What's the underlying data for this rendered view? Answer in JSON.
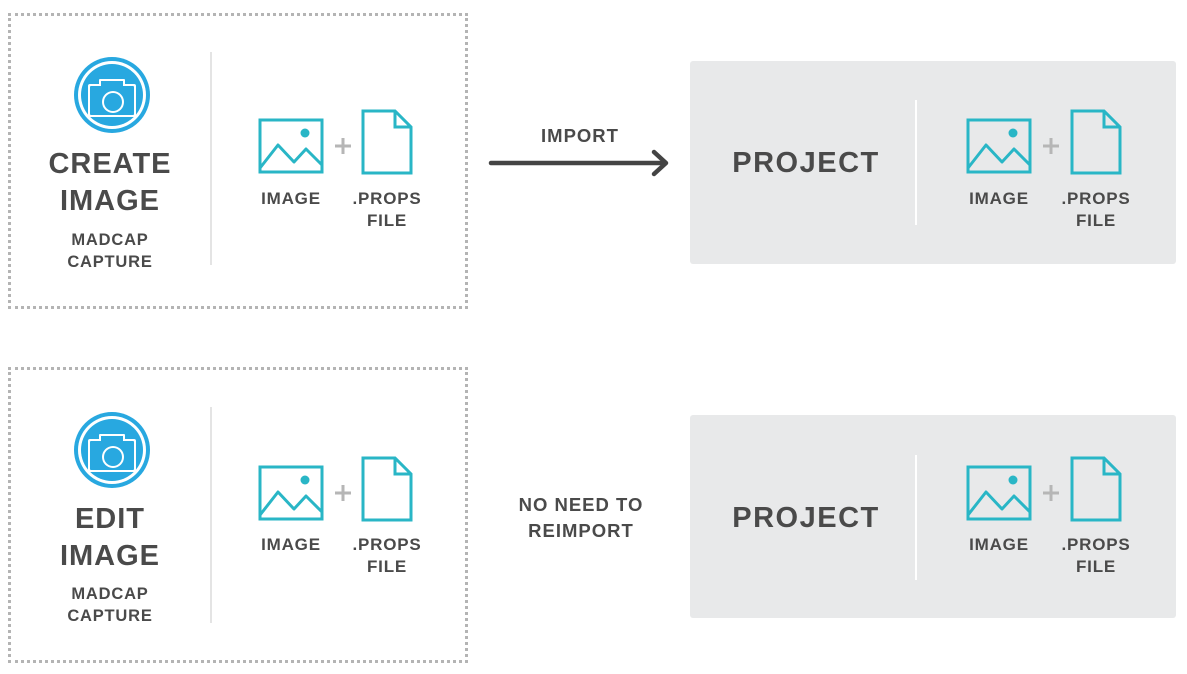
{
  "colors": {
    "accent": "#29b6c6",
    "camera": "#28a8e0",
    "text": "#4a4a4a",
    "project_bg": "#e8e9ea",
    "dotted_border": "#b4b4b4"
  },
  "rows": [
    {
      "capture": {
        "action_line1": "CREATE",
        "action_line2": "IMAGE",
        "app_line1": "MADCAP",
        "app_line2": "CAPTURE",
        "icon": "camera-icon",
        "image_label": "IMAGE",
        "props_line1": ".PROPS",
        "props_line2": "FILE"
      },
      "connector": {
        "line1": "IMPORT",
        "line2": ""
      },
      "project": {
        "title": "PROJECT",
        "image_label": "IMAGE",
        "props_line1": ".PROPS",
        "props_line2": "FILE"
      }
    },
    {
      "capture": {
        "action_line1": "EDIT",
        "action_line2": "IMAGE",
        "app_line1": "MADCAP",
        "app_line2": "CAPTURE",
        "icon": "camera-icon",
        "image_label": "IMAGE",
        "props_line1": ".PROPS",
        "props_line2": "FILE"
      },
      "connector": {
        "line1": "NO NEED TO",
        "line2": "REIMPORT"
      },
      "project": {
        "title": "PROJECT",
        "image_label": "IMAGE",
        "props_line1": ".PROPS",
        "props_line2": "FILE"
      }
    }
  ]
}
